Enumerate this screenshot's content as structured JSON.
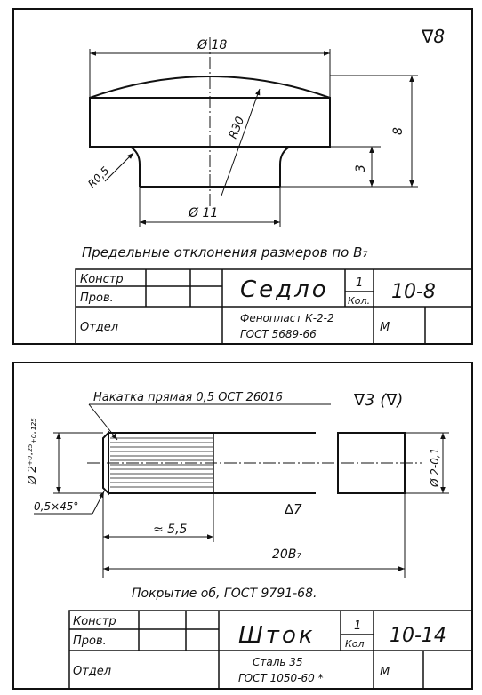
{
  "drawing1": {
    "roughness": "∇8",
    "dim_top_diameter": "Ø 18",
    "dim_bottom_diameter": "Ø 11",
    "dim_radius_large": "R30",
    "dim_radius_small": "R0,5",
    "dim_height_total": "8",
    "dim_height_neck": "3",
    "note": "Предельные отклонения размеров по B₇",
    "title_block": {
      "konstr": "Констр",
      "prov": "Пров.",
      "otdel": "Отдел",
      "name": "Седло",
      "qty": "1",
      "qty_label": "Кол.",
      "number": "10-8",
      "material_line1": "Фенопласт К-2-2",
      "material_line2": "ГОСТ 5689-66",
      "scale_label": "М"
    }
  },
  "drawing2": {
    "knurl_note": "Накатка прямая 0,5 ОСТ 26016",
    "roughness": "∇3 (∇)",
    "dim_left_diameter": "Ø 2⁺⁰·²⁵₊₀.₁₂₅",
    "dim_right_diameter": "Ø 2-0,1",
    "chamfer": "0,5×45°",
    "local_roughness": "∆7",
    "dim_knurl_length": "≈ 5,5",
    "dim_total_length": "20B₇",
    "coating_note": "Покрытие об, ГОСТ 9791-68.",
    "title_block": {
      "konstr": "Констр",
      "prov": "Пров.",
      "otdel": "Отдел",
      "name": "Шток",
      "qty": "1",
      "qty_label": "Кол",
      "number": "10-14",
      "material_line1": "Сталь 35",
      "material_line2": "ГОСТ 1050-60 *",
      "scale_label": "М"
    }
  }
}
